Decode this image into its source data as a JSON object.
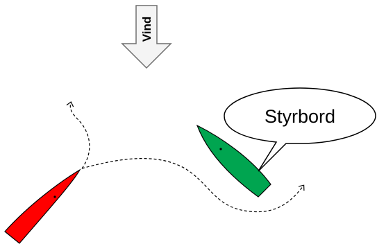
{
  "wind": {
    "label": "Vind",
    "icon": "down-arrow-icon"
  },
  "speech_bubble": {
    "text": "Styrbord"
  },
  "boats": [
    {
      "name": "red-boat",
      "color": "#ff0000"
    },
    {
      "name": "green-boat",
      "color": "#00a550"
    }
  ],
  "paths": {
    "style": "dashed",
    "color": "#000000"
  }
}
